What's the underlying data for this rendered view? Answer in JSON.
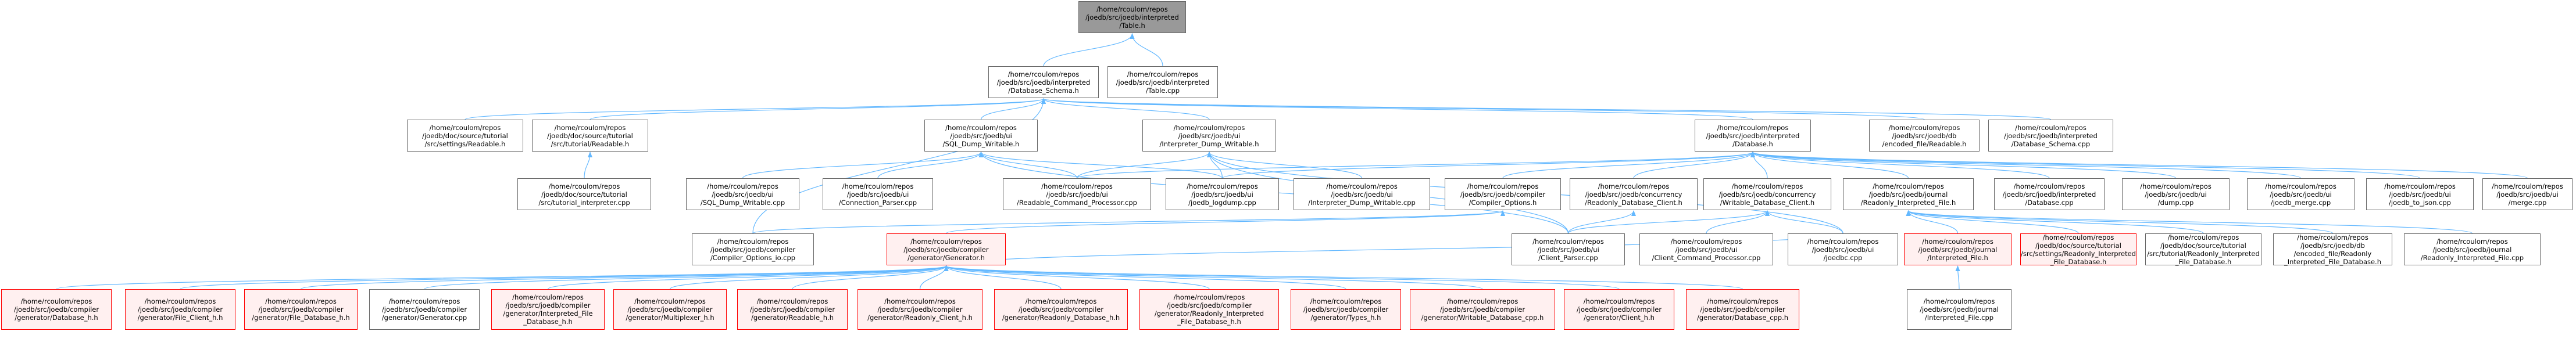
{
  "colors": {
    "edge": "#63b8ff",
    "border": "#666666",
    "root_fill": "#999999",
    "truncated_border": "#ff0000",
    "truncated_fill": "#fff0f0",
    "text": "#000000"
  },
  "nodes": [
    {
      "id": "table_h",
      "label": "/home/rcoulom/repos\n/joedb/src/joedb/interpreted\n/Table.h",
      "kind": "root"
    },
    {
      "id": "db_schema_h",
      "label": "/home/rcoulom/repos\n/joedb/src/joedb/interpreted\n/Database_Schema.h",
      "kind": "normal"
    },
    {
      "id": "table_cpp",
      "label": "/home/rcoulom/repos\n/joedb/src/joedb/interpreted\n/Table.cpp",
      "kind": "normal"
    },
    {
      "id": "settings_readable",
      "label": "/home/rcoulom/repos\n/joedb/doc/source/tutorial\n/src/settings/Readable.h",
      "kind": "normal"
    },
    {
      "id": "tutorial_readable",
      "label": "/home/rcoulom/repos\n/joedb/doc/source/tutorial\n/src/tutorial/Readable.h",
      "kind": "normal"
    },
    {
      "id": "sql_dump_writable_h",
      "label": "/home/rcoulom/repos\n/joedb/src/joedb/ui\n/SQL_Dump_Writable.h",
      "kind": "normal"
    },
    {
      "id": "interp_dump_writable_h",
      "label": "/home/rcoulom/repos\n/joedb/src/joedb/ui\n/Interpreter_Dump_Writable.h",
      "kind": "normal"
    },
    {
      "id": "interp_database_h",
      "label": "/home/rcoulom/repos\n/joedb/src/joedb/interpreted\n/Database.h",
      "kind": "normal"
    },
    {
      "id": "encoded_file_readable",
      "label": "/home/rcoulom/repos\n/joedb/src/joedb/db\n/encoded_file/Readable.h",
      "kind": "normal"
    },
    {
      "id": "db_schema_cpp",
      "label": "/home/rcoulom/repos\n/joedb/src/joedb/interpreted\n/Database_Schema.cpp",
      "kind": "normal"
    },
    {
      "id": "tutorial_interpreter_cpp",
      "label": "/home/rcoulom/repos\n/joedb/doc/source/tutorial\n/src/tutorial_interpreter.cpp",
      "kind": "normal"
    },
    {
      "id": "sql_dump_writable_cpp",
      "label": "/home/rcoulom/repos\n/joedb/src/joedb/ui\n/SQL_Dump_Writable.cpp",
      "kind": "normal"
    },
    {
      "id": "connection_parser_cpp",
      "label": "/home/rcoulom/repos\n/joedb/src/joedb/ui\n/Connection_Parser.cpp",
      "kind": "normal"
    },
    {
      "id": "readable_cmd_proc_cpp",
      "label": "/home/rcoulom/repos\n/joedb/src/joedb/ui\n/Readable_Command_Processor.cpp",
      "kind": "normal"
    },
    {
      "id": "joedb_logdump_cpp",
      "label": "/home/rcoulom/repos\n/joedb/src/joedb/ui\n/joedb_logdump.cpp",
      "kind": "normal"
    },
    {
      "id": "interp_dump_writable_cpp",
      "label": "/home/rcoulom/repos\n/joedb/src/joedb/ui\n/Interpreter_Dump_Writable.cpp",
      "kind": "normal"
    },
    {
      "id": "compiler_options_h",
      "label": "/home/rcoulom/repos\n/joedb/src/joedb/compiler\n/Compiler_Options.h",
      "kind": "normal"
    },
    {
      "id": "readonly_db_client_h",
      "label": "/home/rcoulom/repos\n/joedb/src/joedb/concurrency\n/Readonly_Database_Client.h",
      "kind": "normal"
    },
    {
      "id": "writable_db_client_h",
      "label": "/home/rcoulom/repos\n/joedb/src/joedb/concurrency\n/Writable_Database_Client.h",
      "kind": "normal"
    },
    {
      "id": "readonly_interp_file_h",
      "label": "/home/rcoulom/repos\n/joedb/src/joedb/journal\n/Readonly_Interpreted_File.h",
      "kind": "normal"
    },
    {
      "id": "interp_database_cpp",
      "label": "/home/rcoulom/repos\n/joedb/src/joedb/interpreted\n/Database.cpp",
      "kind": "normal"
    },
    {
      "id": "dump_cpp",
      "label": "/home/rcoulom/repos\n/joedb/src/joedb/ui\n/dump.cpp",
      "kind": "normal"
    },
    {
      "id": "joedb_merge_cpp",
      "label": "/home/rcoulom/repos\n/joedb/src/joedb/ui\n/joedb_merge.cpp",
      "kind": "normal"
    },
    {
      "id": "joedb_to_json_cpp",
      "label": "/home/rcoulom/repos\n/joedb/src/joedb/ui\n/joedb_to_json.cpp",
      "kind": "normal"
    },
    {
      "id": "merge_cpp",
      "label": "/home/rcoulom/repos\n/joedb/src/joedb/ui\n/merge.cpp",
      "kind": "normal"
    },
    {
      "id": "compiler_options_io_cpp",
      "label": "/home/rcoulom/repos\n/joedb/src/joedb/compiler\n/Compiler_Options_io.cpp",
      "kind": "normal"
    },
    {
      "id": "generator_h",
      "label": "/home/rcoulom/repos\n/joedb/src/joedb/compiler\n/generator/Generator.h",
      "kind": "truncated"
    },
    {
      "id": "client_parser_cpp",
      "label": "/home/rcoulom/repos\n/joedb/src/joedb/ui\n/Client_Parser.cpp",
      "kind": "normal"
    },
    {
      "id": "client_cmd_proc_cpp",
      "label": "/home/rcoulom/repos\n/joedb/src/joedb/ui\n/Client_Command_Processor.cpp",
      "kind": "normal"
    },
    {
      "id": "joedbc_cpp",
      "label": "/home/rcoulom/repos\n/joedb/src/joedb/ui\n/joedbc.cpp",
      "kind": "normal"
    },
    {
      "id": "journal_interp_file_h",
      "label": "/home/rcoulom/repos\n/joedb/src/joedb/journal\n/Interpreted_File.h",
      "kind": "truncated"
    },
    {
      "id": "settings_readonly_interp_db",
      "label": "/home/rcoulom/repos\n/joedb/doc/source/tutorial\n/src/settings/Readonly_Interpreted\n_File_Database.h",
      "kind": "truncated"
    },
    {
      "id": "tutorial_readonly_interp_db",
      "label": "/home/rcoulom/repos\n/joedb/doc/source/tutorial\n/src/tutorial/Readonly_Interpreted\n_File_Database.h",
      "kind": "normal"
    },
    {
      "id": "encoded_readonly_interp_db",
      "label": "/home/rcoulom/repos\n/joedb/src/joedb/db\n/encoded_file/Readonly\n_Interpreted_File_Database.h",
      "kind": "normal"
    },
    {
      "id": "readonly_interp_file_cpp",
      "label": "/home/rcoulom/repos\n/joedb/src/joedb/journal\n/Readonly_Interpreted_File.cpp",
      "kind": "normal"
    },
    {
      "id": "gen_database_h",
      "label": "/home/rcoulom/repos\n/joedb/src/joedb/compiler\n/generator/Database_h.h",
      "kind": "truncated"
    },
    {
      "id": "gen_file_client_h",
      "label": "/home/rcoulom/repos\n/joedb/src/joedb/compiler\n/generator/File_Client_h.h",
      "kind": "truncated"
    },
    {
      "id": "gen_file_database_h",
      "label": "/home/rcoulom/repos\n/joedb/src/joedb/compiler\n/generator/File_Database_h.h",
      "kind": "truncated"
    },
    {
      "id": "gen_generator_cpp",
      "label": "/home/rcoulom/repos\n/joedb/src/joedb/compiler\n/generator/Generator.cpp",
      "kind": "normal"
    },
    {
      "id": "gen_interpreted_file_db_h",
      "label": "/home/rcoulom/repos\n/joedb/src/joedb/compiler\n/generator/Interpreted_File\n_Database_h.h",
      "kind": "truncated"
    },
    {
      "id": "gen_multiplexer_h",
      "label": "/home/rcoulom/repos\n/joedb/src/joedb/compiler\n/generator/Multiplexer_h.h",
      "kind": "truncated"
    },
    {
      "id": "gen_readable_h",
      "label": "/home/rcoulom/repos\n/joedb/src/joedb/compiler\n/generator/Readable_h.h",
      "kind": "truncated"
    },
    {
      "id": "gen_readonly_client_h",
      "label": "/home/rcoulom/repos\n/joedb/src/joedb/compiler\n/generator/Readonly_Client_h.h",
      "kind": "truncated"
    },
    {
      "id": "gen_readonly_database_h",
      "label": "/home/rcoulom/repos\n/joedb/src/joedb/compiler\n/generator/Readonly_Database_h.h",
      "kind": "truncated"
    },
    {
      "id": "gen_readonly_interp_file_db_h",
      "label": "/home/rcoulom/repos\n/joedb/src/joedb/compiler\n/generator/Readonly_Interpreted\n_File_Database_h.h",
      "kind": "truncated"
    },
    {
      "id": "gen_types_h",
      "label": "/home/rcoulom/repos\n/joedb/src/joedb/compiler\n/generator/Types_h.h",
      "kind": "truncated"
    },
    {
      "id": "gen_writable_database_cpp",
      "label": "/home/rcoulom/repos\n/joedb/src/joedb/compiler\n/generator/Writable_Database_cpp.h",
      "kind": "truncated"
    },
    {
      "id": "gen_client_h",
      "label": "/home/rcoulom/repos\n/joedb/src/joedb/compiler\n/generator/Client_h.h",
      "kind": "truncated"
    },
    {
      "id": "gen_database_cpp",
      "label": "/home/rcoulom/repos\n/joedb/src/joedb/compiler\n/generator/Database_cpp.h",
      "kind": "truncated"
    },
    {
      "id": "journal_interp_file_cpp",
      "label": "/home/rcoulom/repos\n/joedb/src/joedb/journal\n/Interpreted_File.cpp",
      "kind": "normal"
    }
  ],
  "edges": [
    [
      "db_schema_h",
      "table_h"
    ],
    [
      "table_cpp",
      "table_h"
    ],
    [
      "settings_readable",
      "db_schema_h"
    ],
    [
      "tutorial_readable",
      "db_schema_h"
    ],
    [
      "sql_dump_writable_h",
      "db_schema_h"
    ],
    [
      "interp_dump_writable_h",
      "db_schema_h"
    ],
    [
      "interp_database_h",
      "db_schema_h"
    ],
    [
      "encoded_file_readable",
      "db_schema_h"
    ],
    [
      "db_schema_cpp",
      "db_schema_h"
    ],
    [
      "compiler_options_io_cpp",
      "db_schema_h"
    ],
    [
      "tutorial_interpreter_cpp",
      "tutorial_readable"
    ],
    [
      "sql_dump_writable_cpp",
      "sql_dump_writable_h"
    ],
    [
      "connection_parser_cpp",
      "sql_dump_writable_h"
    ],
    [
      "readable_cmd_proc_cpp",
      "sql_dump_writable_h"
    ],
    [
      "joedb_logdump_cpp",
      "sql_dump_writable_h"
    ],
    [
      "client_parser_cpp",
      "sql_dump_writable_h"
    ],
    [
      "interp_dump_writable_cpp",
      "interp_dump_writable_h"
    ],
    [
      "readable_cmd_proc_cpp",
      "interp_dump_writable_h"
    ],
    [
      "joedb_logdump_cpp",
      "interp_dump_writable_h"
    ],
    [
      "joedbc_cpp",
      "interp_dump_writable_h"
    ],
    [
      "client_parser_cpp",
      "interp_dump_writable_h"
    ],
    [
      "compiler_options_h",
      "interp_database_h"
    ],
    [
      "readonly_db_client_h",
      "interp_database_h"
    ],
    [
      "writable_db_client_h",
      "interp_database_h"
    ],
    [
      "readonly_interp_file_h",
      "interp_database_h"
    ],
    [
      "interp_database_cpp",
      "interp_database_h"
    ],
    [
      "dump_cpp",
      "interp_database_h"
    ],
    [
      "joedb_merge_cpp",
      "interp_database_h"
    ],
    [
      "joedb_to_json_cpp",
      "interp_database_h"
    ],
    [
      "merge_cpp",
      "interp_database_h"
    ],
    [
      "readable_cmd_proc_cpp",
      "interp_database_h"
    ],
    [
      "joedb_logdump_cpp",
      "interp_database_h"
    ],
    [
      "compiler_options_io_cpp",
      "compiler_options_h"
    ],
    [
      "generator_h",
      "compiler_options_h"
    ],
    [
      "client_parser_cpp",
      "readonly_db_client_h"
    ],
    [
      "client_parser_cpp",
      "writable_db_client_h"
    ],
    [
      "client_cmd_proc_cpp",
      "writable_db_client_h"
    ],
    [
      "joedbc_cpp",
      "writable_db_client_h"
    ],
    [
      "journal_interp_file_h",
      "readonly_interp_file_h"
    ],
    [
      "settings_readonly_interp_db",
      "readonly_interp_file_h"
    ],
    [
      "tutorial_readonly_interp_db",
      "readonly_interp_file_h"
    ],
    [
      "encoded_readonly_interp_db",
      "readonly_interp_file_h"
    ],
    [
      "readonly_interp_file_cpp",
      "readonly_interp_file_h"
    ],
    [
      "journal_interp_file_cpp",
      "journal_interp_file_h"
    ],
    [
      "gen_database_h",
      "generator_h"
    ],
    [
      "gen_file_client_h",
      "generator_h"
    ],
    [
      "gen_file_database_h",
      "generator_h"
    ],
    [
      "gen_generator_cpp",
      "generator_h"
    ],
    [
      "gen_interpreted_file_db_h",
      "generator_h"
    ],
    [
      "gen_multiplexer_h",
      "generator_h"
    ],
    [
      "gen_readable_h",
      "generator_h"
    ],
    [
      "gen_readonly_client_h",
      "generator_h"
    ],
    [
      "gen_readonly_database_h",
      "generator_h"
    ],
    [
      "gen_readonly_interp_file_db_h",
      "generator_h"
    ],
    [
      "gen_types_h",
      "generator_h"
    ],
    [
      "gen_writable_database_cpp",
      "generator_h"
    ],
    [
      "gen_client_h",
      "generator_h"
    ],
    [
      "gen_database_cpp",
      "generator_h"
    ],
    [
      "joedbc_cpp",
      "generator_h"
    ]
  ]
}
